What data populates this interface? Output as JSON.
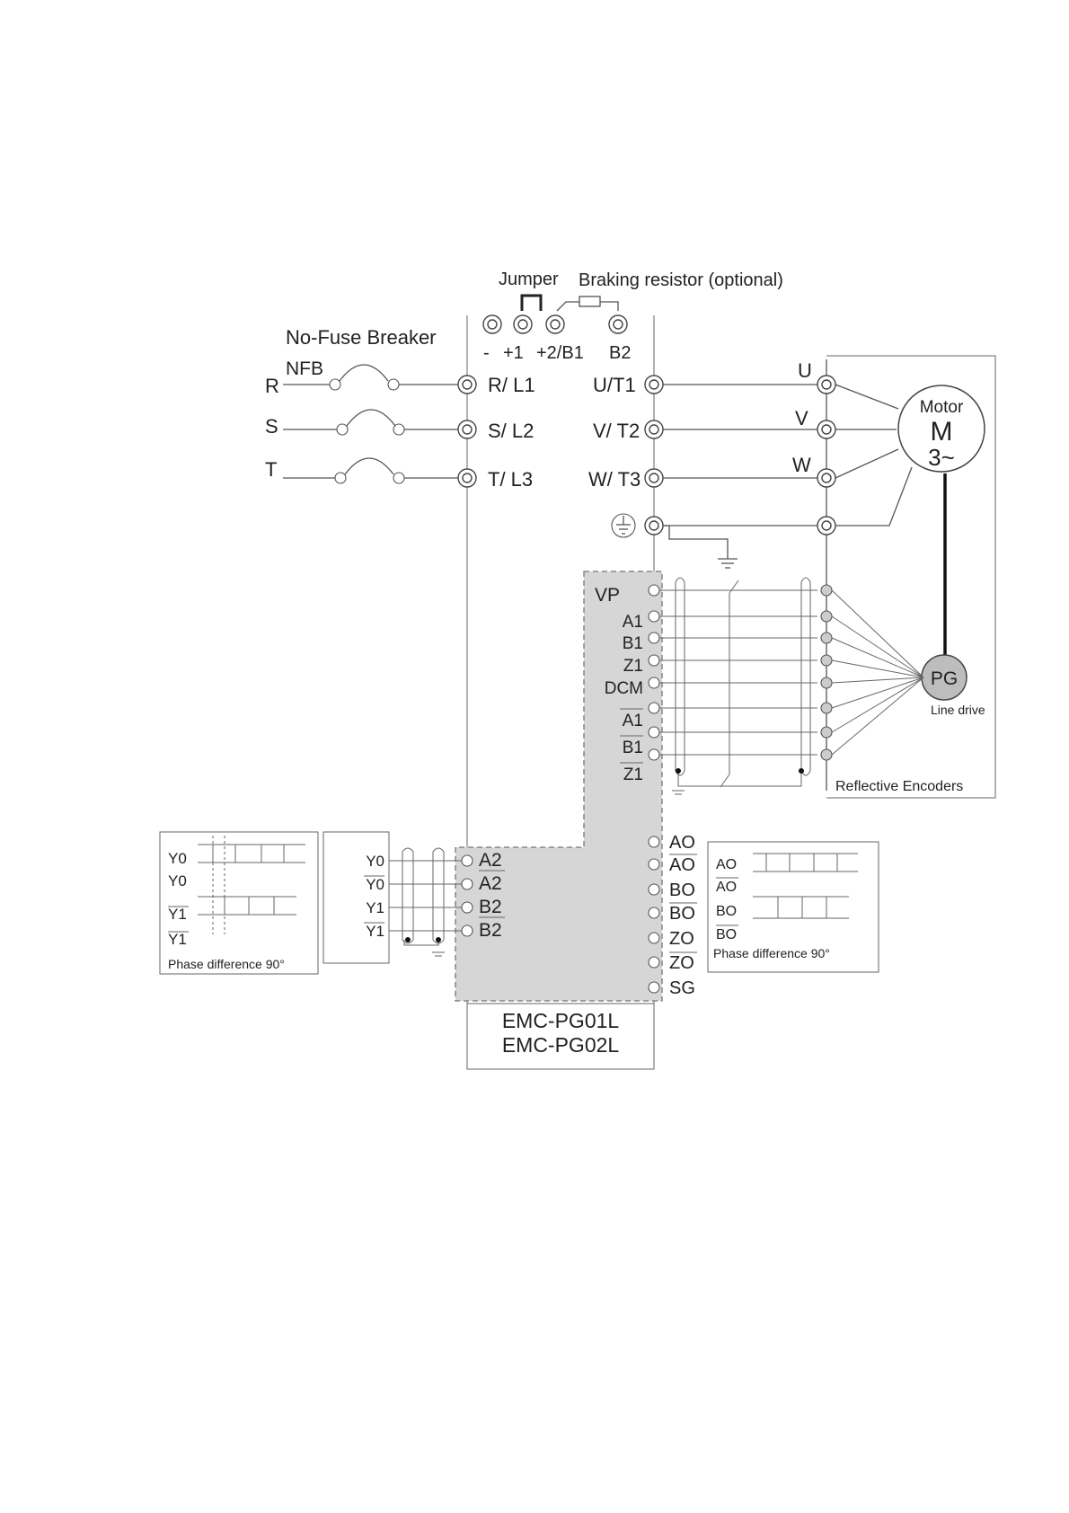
{
  "diagram": {
    "jumper_label": "Jumper",
    "braking_label": "Braking resistor (optional)",
    "nfb_title": "No-Fuse Breaker",
    "nfb_label": "NFB",
    "dc_terminals": [
      "-",
      "+1",
      "+2/B1",
      "B2"
    ],
    "mains": [
      "R",
      "S",
      "T"
    ],
    "input_terminals": [
      "R/ L1",
      "S/ L2",
      "T/ L3"
    ],
    "output_terminals": [
      "U/T1",
      "V/ T2",
      "W/ T3"
    ],
    "motor_phases": [
      "U",
      "V",
      "W"
    ],
    "motor_label": "Motor",
    "motor_symbol": "M",
    "motor_phase_count": "3~",
    "pg_label": "PG",
    "line_drive_label": "Line drive",
    "encoders_label": "Reflective Encoders",
    "pg_terminals": [
      "VP",
      "A1",
      "B1",
      "Z1",
      "DCM",
      "A1",
      "B1",
      "Z1"
    ],
    "input2_terminals": [
      "A2",
      "A2",
      "B2",
      "B2"
    ],
    "output_pulse_terminals": [
      "AO",
      "AO",
      "BO",
      "BO",
      "ZO",
      "ZO",
      "SG"
    ],
    "left_wave_labels": [
      "Y0",
      "Y0",
      "Y1",
      "Y1"
    ],
    "source_labels": [
      "Y0",
      "Y0",
      "Y1",
      "Y1"
    ],
    "right_wave_labels": [
      "AO",
      "AO",
      "BO",
      "BO"
    ],
    "phase_left": "Phase difference 90°",
    "phase_right": "Phase difference 90°",
    "model_1": "EMC-PG01L",
    "model_2": "EMC-PG02L"
  }
}
